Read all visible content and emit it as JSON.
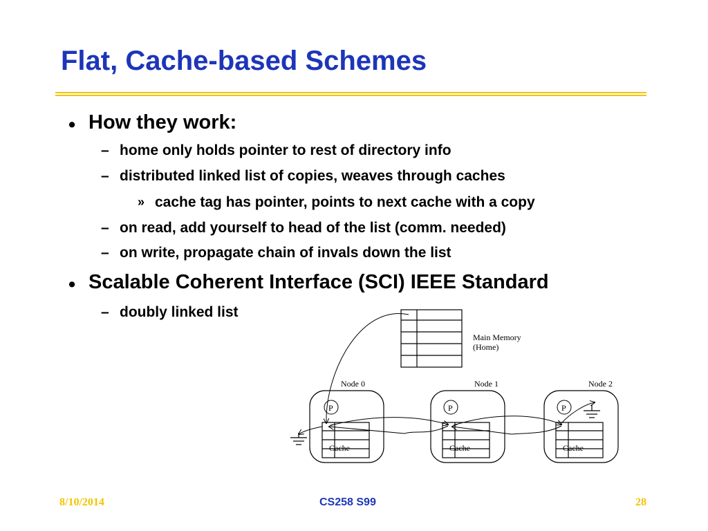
{
  "slide": {
    "title": "Flat, Cache-based Schemes",
    "colors": {
      "title": "#1d35b8",
      "rule": "#f2c400",
      "footer_side": "#f2c400",
      "footer_center": "#1d35b8"
    },
    "bullets": [
      {
        "marker": "•",
        "text": "How they work:",
        "children": [
          {
            "marker": "–",
            "text": "home only holds pointer to rest of directory info"
          },
          {
            "marker": "–",
            "text": "distributed linked list of copies, weaves through caches",
            "children": [
              {
                "marker": "»",
                "text": "cache tag has pointer, points to next cache with a copy"
              }
            ]
          },
          {
            "marker": "–",
            "text": "on read, add yourself to head of the list (comm. needed)"
          },
          {
            "marker": "–",
            "text": "on write, propagate chain of invals down the list"
          }
        ]
      },
      {
        "marker": "•",
        "text": "Scalable Coherent Interface (SCI) IEEE Standard",
        "children": [
          {
            "marker": "–",
            "text": "doubly linked list"
          }
        ]
      }
    ]
  },
  "diagram": {
    "memory_label_line1": "Main Memory",
    "memory_label_line2": "(Home)",
    "nodes": [
      {
        "label": "Node 0",
        "processor": "P",
        "cache": "Cache"
      },
      {
        "label": "Node 1",
        "processor": "P",
        "cache": "Cache"
      },
      {
        "label": "Node 2",
        "processor": "P",
        "cache": "Cache"
      }
    ]
  },
  "footer": {
    "date": "8/10/2014",
    "course": "CS258 S99",
    "page": "28"
  }
}
